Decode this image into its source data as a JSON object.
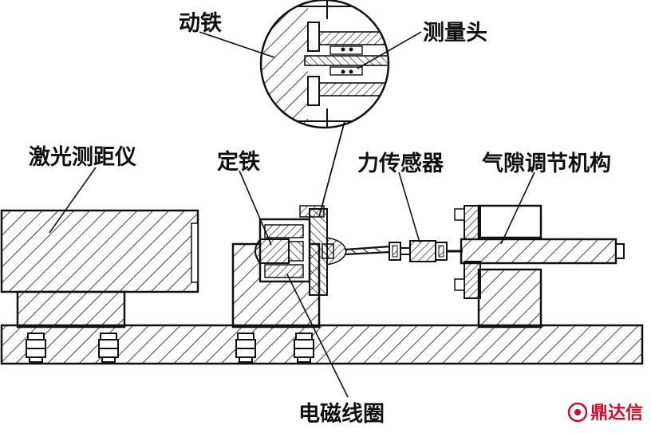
{
  "labels": {
    "moving_iron": "动铁",
    "measuring_head": "测量头",
    "laser_rangefinder": "激光测距仪",
    "fixed_iron": "定铁",
    "force_sensor": "力传感器",
    "air_gap_mechanism": "气隙调节机构",
    "em_coil": "电磁线圈"
  },
  "watermark": {
    "text": "鼎达信"
  },
  "colors": {
    "line": "#111111",
    "background": "#ffffff",
    "watermark": "#c8102e"
  }
}
